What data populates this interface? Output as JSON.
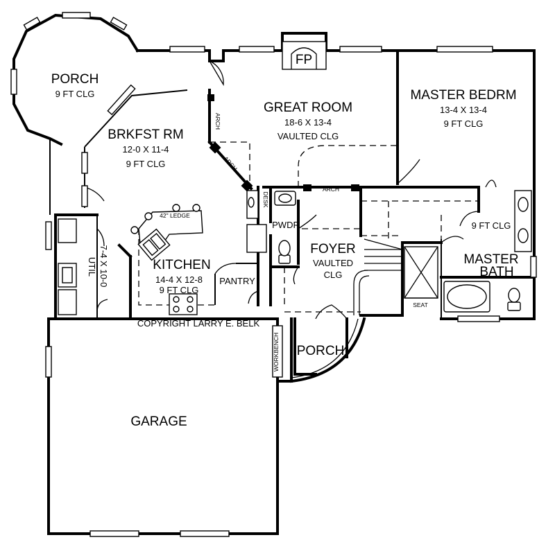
{
  "rooms": {
    "porch_back": {
      "name": "PORCH",
      "ceiling": "9 FT CLG"
    },
    "brkfst": {
      "name": "BRKFST RM",
      "size": "12-0 X 11-4",
      "ceiling": "9 FT CLG"
    },
    "great_room": {
      "name": "GREAT ROOM",
      "size": "18-6 X 13-4",
      "ceiling": "VAULTED CLG"
    },
    "master_bedrm": {
      "name": "MASTER BEDRM",
      "size": "13-4 X 13-4",
      "ceiling": "9 FT CLG"
    },
    "kitchen": {
      "name": "KITCHEN",
      "size": "14-4 X 12-8",
      "ceiling": "9 FT CLG"
    },
    "util": {
      "name": "UTIL",
      "size": "7-4 X 10-0"
    },
    "foyer": {
      "name": "FOYER",
      "ceiling_line1": "VAULTED",
      "ceiling_line2": "CLG"
    },
    "master_bath": {
      "name_line1": "MASTER",
      "name_line2": "BATH",
      "ceiling": "9 FT CLG"
    },
    "porch_front": {
      "name": "PORCH"
    },
    "garage": {
      "name": "GARAGE"
    },
    "pwdr": {
      "name": "PWDR"
    },
    "pantry": {
      "name": "PANTRY"
    }
  },
  "labels": {
    "fp": "FP",
    "arch_1": "ARCH",
    "arch_2": "ARCH",
    "arch_3": "ARCH",
    "desk": "DESK",
    "ledge": "42\" LEDGE",
    "seat": "SEAT",
    "workbench": "WORKBENCH",
    "copyright": "COPYRIGHT LARRY E. BELK"
  }
}
